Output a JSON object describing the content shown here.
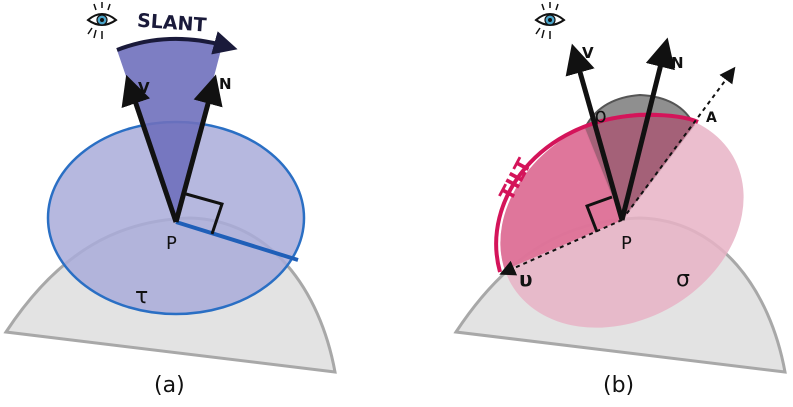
{
  "colors": {
    "surface": "#e3e3e3",
    "surface_edge": "#a8a8a8",
    "plane_a": "#a9acd9",
    "plane_a_edge": "#2a6fc4",
    "cone": "#6f70bd",
    "plane_b": "#e7b3c5",
    "plane_b_half": "#dd6a92",
    "plane_b_edge": "#d4145a",
    "arrow": "#111111"
  },
  "icons": {
    "eye": "eye-icon"
  },
  "panel_a": {
    "caption": "(a)",
    "title": "SLANT",
    "labels": {
      "v": "V",
      "n": "N",
      "p": "P",
      "tau": "τ"
    }
  },
  "panel_b": {
    "caption": "(b)",
    "title": "TILT",
    "labels": {
      "v": "V",
      "n": "N",
      "a": "A",
      "p": "P",
      "rho": "ρ",
      "sigma": "σ",
      "upsilon": "υ"
    }
  }
}
